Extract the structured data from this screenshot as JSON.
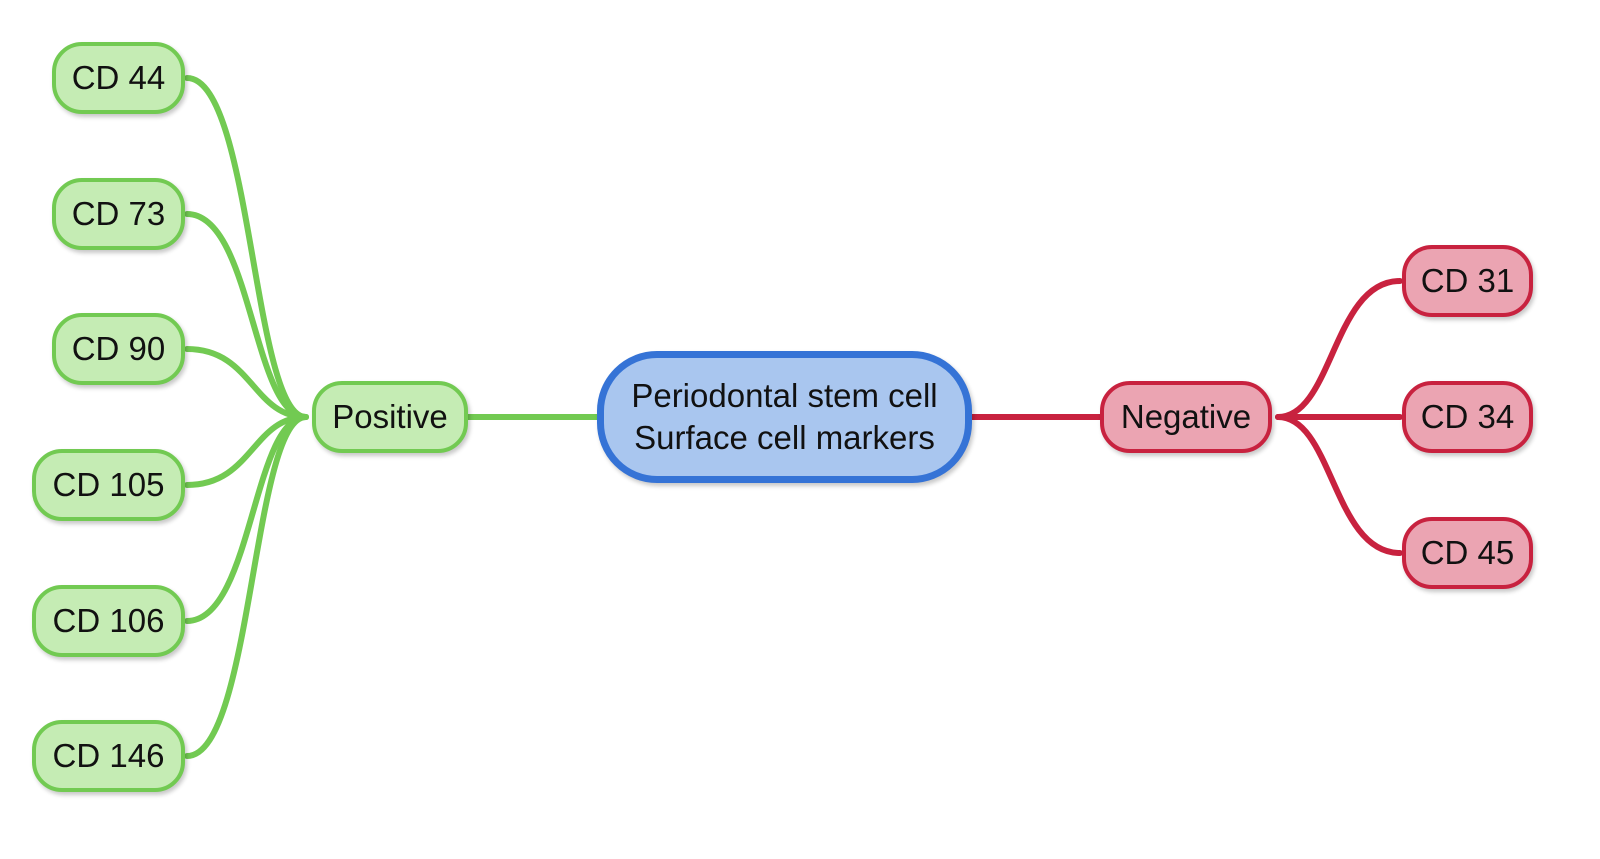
{
  "diagram": {
    "type": "mind-map",
    "center": {
      "line1": "Periodontal stem cell",
      "line2": "Surface cell markers",
      "color": "#a9c6ef",
      "border_color": "#3573d6"
    },
    "branches": {
      "positive": {
        "label": "Positive",
        "color": "#c5ecb4",
        "line_color": "#72ca52",
        "children": [
          "CD 44",
          "CD 73",
          "CD 90",
          "CD 105",
          "CD 106",
          "CD 146"
        ]
      },
      "negative": {
        "label": "Negative",
        "color": "#eba4b2",
        "line_color": "#c8223f",
        "children": [
          "CD 31",
          "CD 34",
          "CD 45"
        ]
      }
    }
  }
}
